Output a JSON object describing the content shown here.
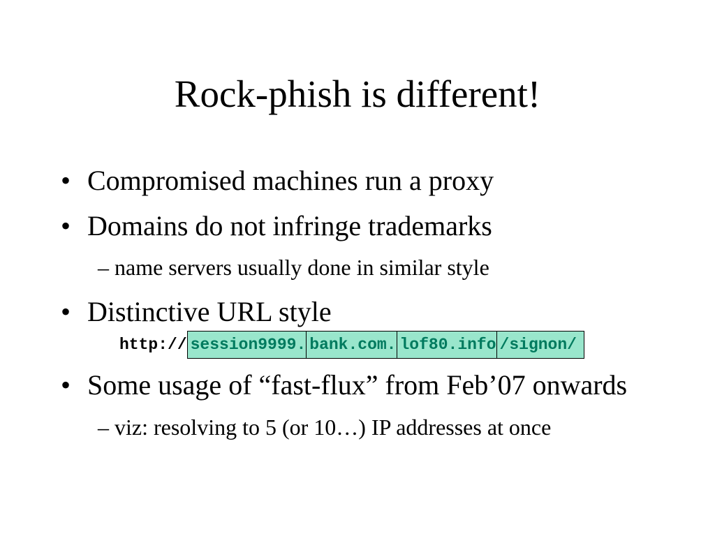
{
  "title": "Rock-phish is different!",
  "bullet_glyph": "•",
  "dash_glyph": "–",
  "bullets": [
    {
      "text": "Compromised machines run a proxy"
    },
    {
      "text": "Domains do not infringe trademarks"
    },
    {
      "text": "Distinctive URL style"
    },
    {
      "text": "Some usage of “fast-flux” from Feb’07 onwards"
    }
  ],
  "subs": [
    {
      "text": "name servers usually done in similar style"
    },
    {
      "text": "viz: resolving to 5 (or 10…) IP addresses at once"
    }
  ],
  "url": {
    "prefix": "http://",
    "parts": [
      "session9999.",
      "bank.com.",
      "lof80.info",
      "/signon/"
    ]
  },
  "colors": {
    "url_box_bg": "#99e6cc",
    "url_text": "#007a5e"
  }
}
